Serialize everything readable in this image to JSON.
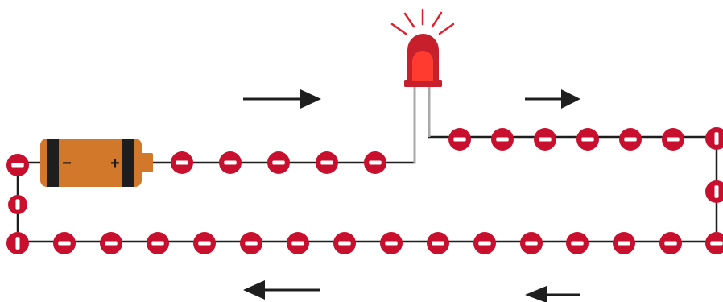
{
  "diagram": {
    "battery": {
      "negative_terminal": "−",
      "positive_terminal": "+",
      "body_color": "#d2782a",
      "terminal_band_color": "#1e1e1e"
    },
    "led": {
      "body_color": "#c71f2c",
      "glow_color": "#ff3a2f",
      "lead_color": "#a9a9a9",
      "state": "lit"
    },
    "wire_color": "#1e1e1e",
    "electron": {
      "color": "#c8102e",
      "symbol": "minus",
      "icon": "electron-minus-icon"
    },
    "electron_counts": {
      "battery_to_led": 5,
      "led_to_right_corner": 6,
      "right_side": 1,
      "bottom_run": 14,
      "left_side": 1
    },
    "arrows": {
      "color": "#1e1e1e",
      "top_direction": "right",
      "bottom_direction": "left",
      "icon": "arrow-icon"
    }
  }
}
